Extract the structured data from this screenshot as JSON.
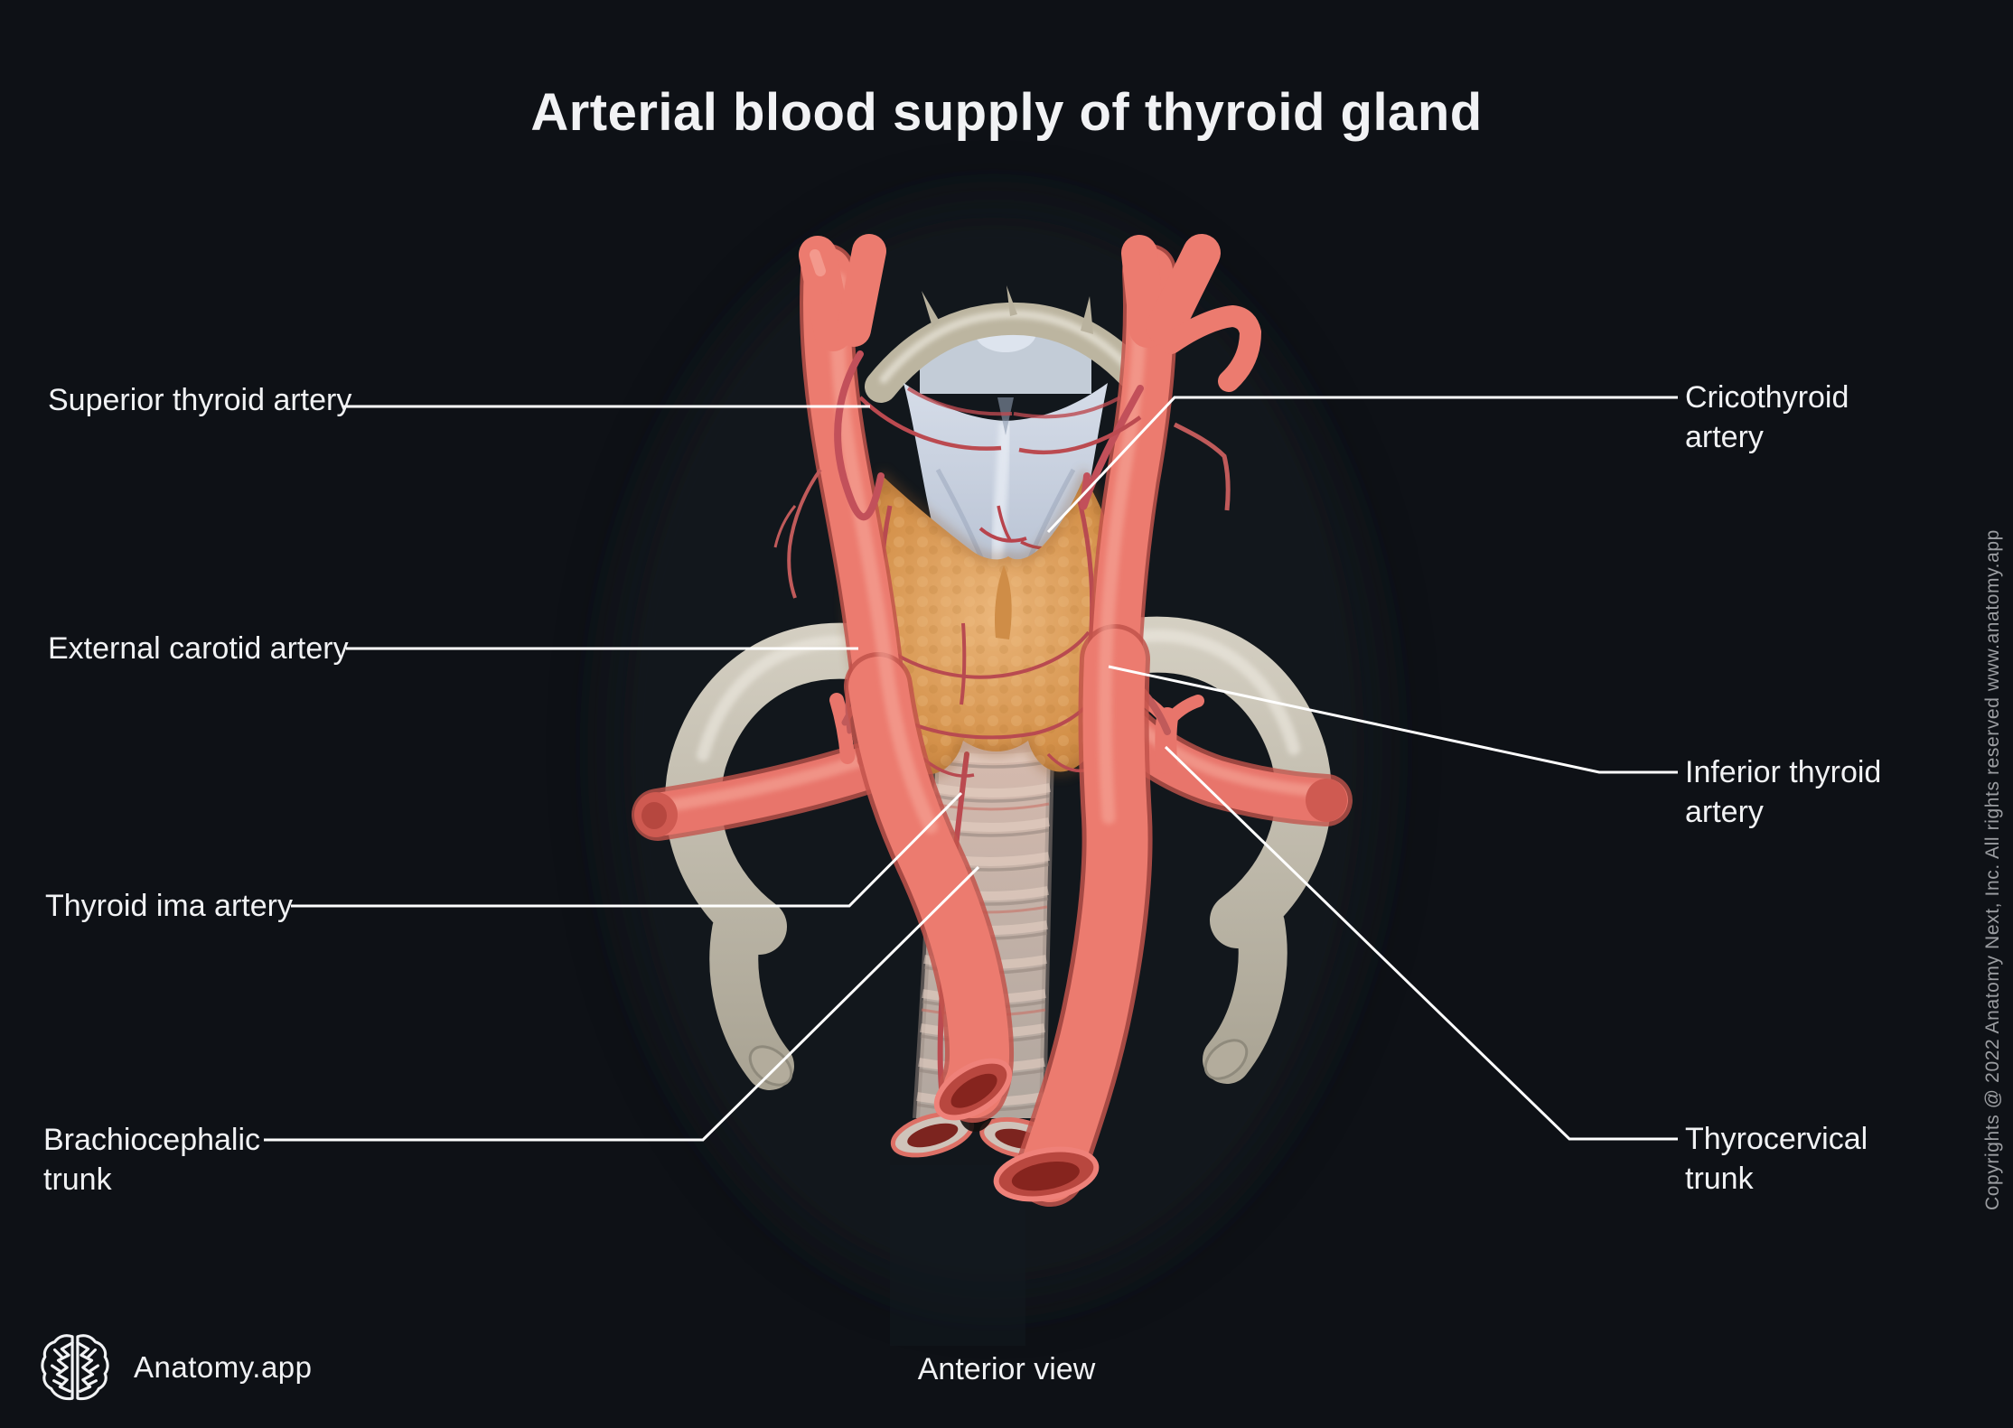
{
  "title": "Arterial blood supply of thyroid gland",
  "view_caption": "Anterior view",
  "brand": {
    "name": "Anatomy.app"
  },
  "copyright": "Copyrights @ 2022 Anatomy Next, Inc. All rights reserved www.anatomy.app",
  "labels": {
    "superior_thyroid_artery": "Superior thyroid artery",
    "external_carotid_artery": "External carotid artery",
    "thyroid_ima_artery": "Thyroid ima artery",
    "brachiocephalic_trunk": "Brachiocephalic trunk",
    "cricothyroid_artery": "Cricothyroid artery",
    "inferior_thyroid_artery": "Inferior thyroid artery",
    "thyrocervical_trunk": "Thyrocervical trunk"
  },
  "icons": {
    "brand_logo": "brain-logo-icon"
  },
  "colors": {
    "background": "#0e1116",
    "text": "#f1f2f4",
    "muted_text": "#9b9da1",
    "leader_line": "#ffffff",
    "artery_main": "#ec7b6f",
    "artery_highlight": "#f7a89c",
    "artery_shadow": "#c2544b",
    "artery_lumen": "#86241e",
    "small_artery": "#bb4a50",
    "bone": "#c6c0b2",
    "bone_highlight": "#ece8df",
    "cartilage": "#c3cdd9",
    "thyroid_gland": "#d6944e",
    "trachea": "#cdb3a8"
  }
}
